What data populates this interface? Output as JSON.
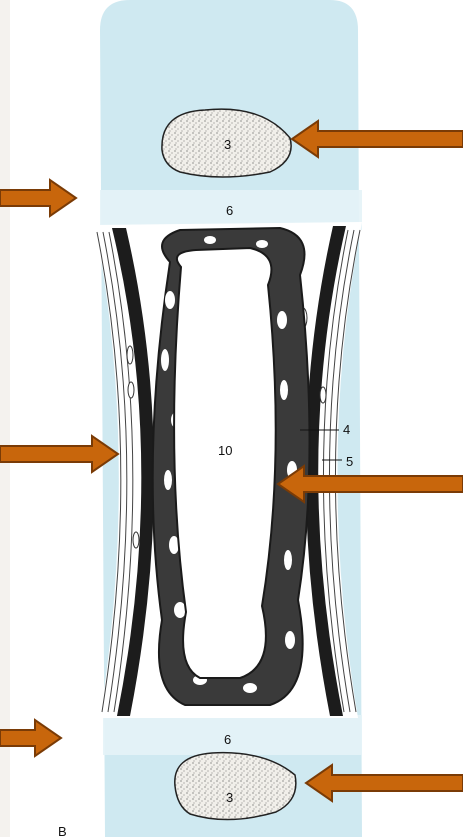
{
  "colors": {
    "background": "#f4f2ee",
    "page": "#ffffff",
    "cartilage": "#cfe9f1",
    "bone": "#2f2f2f",
    "ossification_center": "#f1efea",
    "arrow_fill": "#c8660c",
    "arrow_stroke": "#7a3b06"
  },
  "labels": {
    "epiphysis_top": "3",
    "epiphysis_bottom": "3",
    "growth_plate_top": "6",
    "growth_plate_bottom": "6",
    "marrow_cavity": "10",
    "pointer_4": "4",
    "pointer_5": "5",
    "corner_letter": "B"
  },
  "arrows": [
    {
      "name": "arrow-top-epiphysis",
      "direction": "left"
    },
    {
      "name": "arrow-top-growth-plate",
      "direction": "right"
    },
    {
      "name": "arrow-periosteum",
      "direction": "right"
    },
    {
      "name": "arrow-spongy-bone",
      "direction": "left"
    },
    {
      "name": "arrow-bottom-growth-plate",
      "direction": "right"
    },
    {
      "name": "arrow-bottom-epiphysis",
      "direction": "left"
    }
  ]
}
